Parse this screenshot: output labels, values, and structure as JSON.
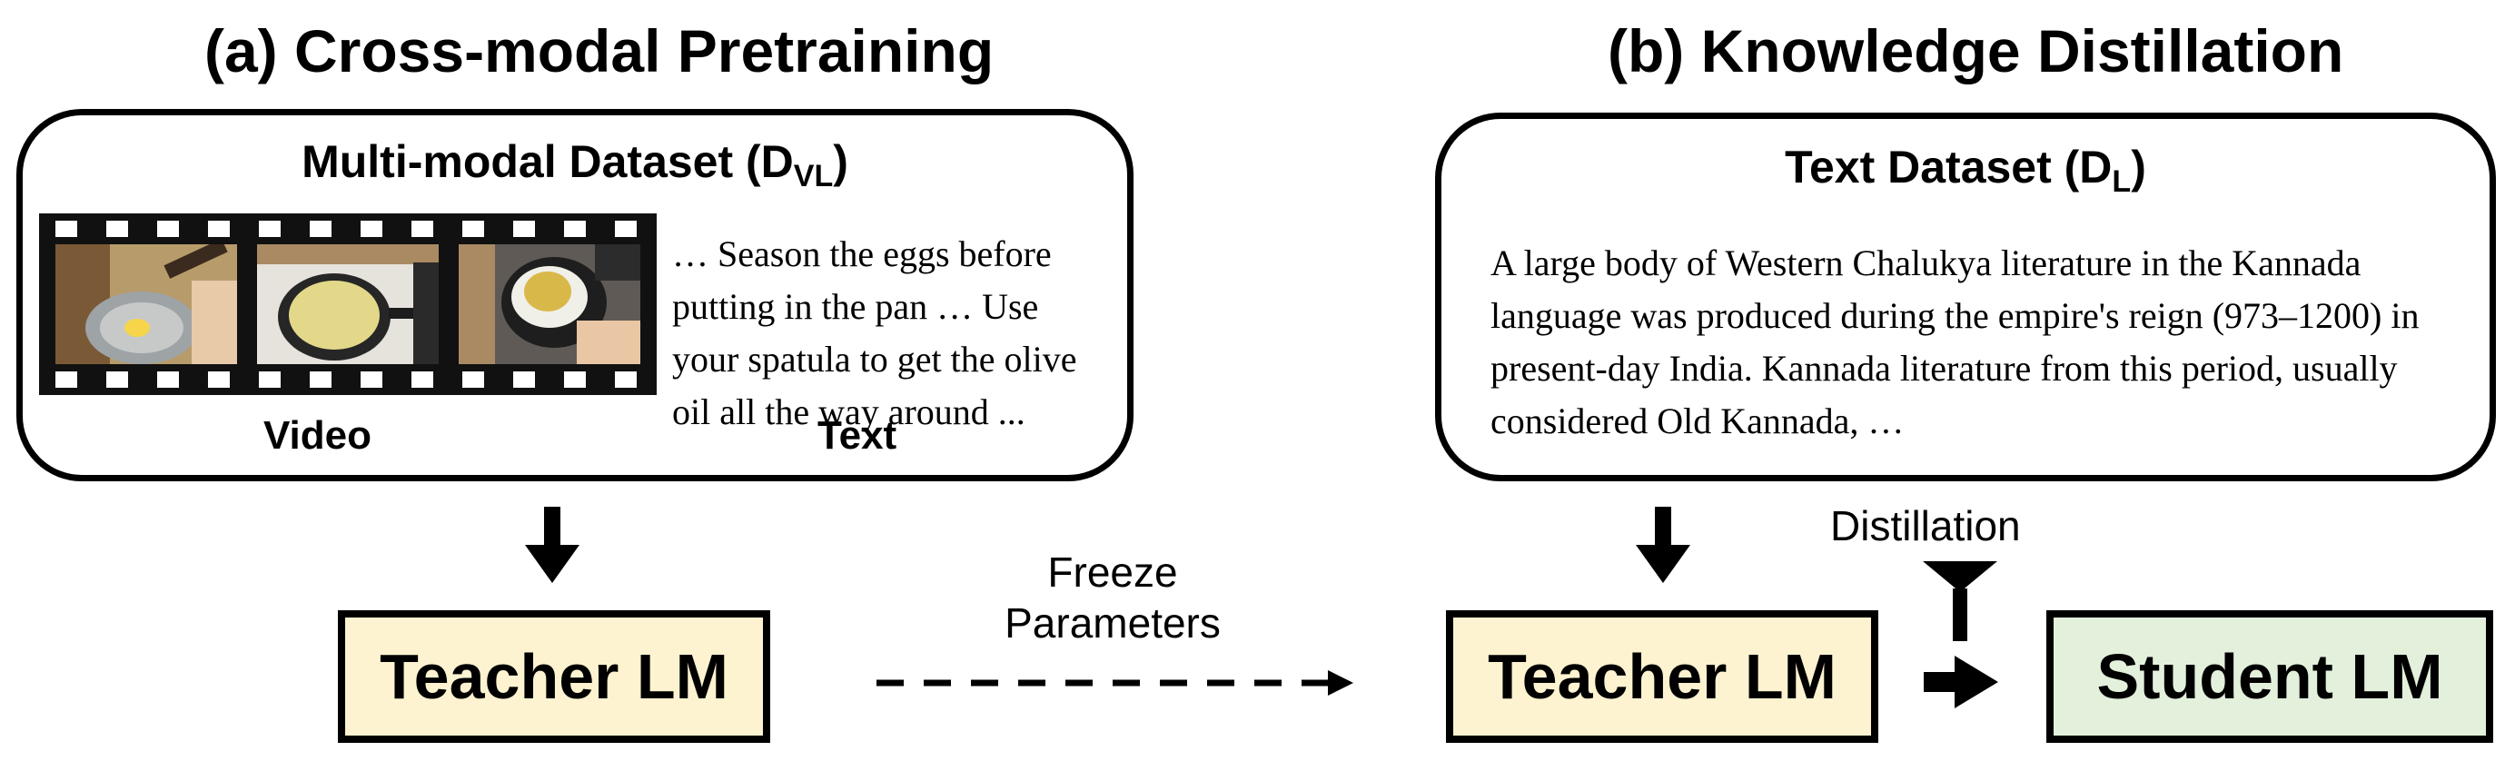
{
  "panel_a": {
    "title": "(a) Cross-modal Pretraining",
    "dataset_title": "Multi-modal Dataset (D",
    "dataset_sub": "VL",
    "dataset_close": ")",
    "text_snippet": "… Season the eggs before putting in the pan … Use your spatula to get the olive oil all the way around ...",
    "video_label": "Video",
    "text_label": "Text",
    "teacher_label": "Teacher LM"
  },
  "middle": {
    "freeze_label": "Freeze\nParameters"
  },
  "panel_b": {
    "title": "(b) Knowledge Distillation",
    "dataset_title": "Text Dataset (D",
    "dataset_sub": "L",
    "dataset_close": ")",
    "text_snippet": "A large body of Western Chalukya literature in the Kannada language was produced during the empire's reign (973–1200) in present-day India. Kannada literature from this period, usually considered Old Kannada, …",
    "distillation_label": "Distillation",
    "teacher_label": "Teacher LM",
    "student_label": "Student LM"
  },
  "colors": {
    "teacher_fill": "#fdf3d0",
    "student_fill": "#e3f0dc"
  }
}
